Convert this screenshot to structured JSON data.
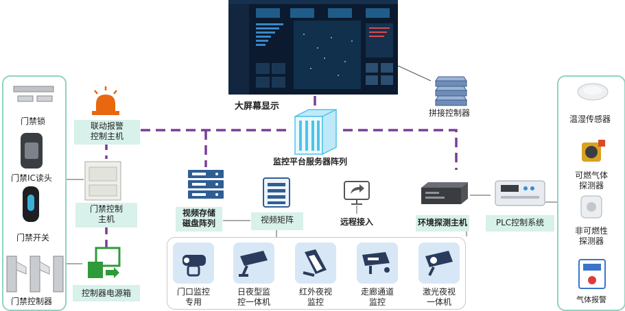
{
  "colors": {
    "link_line": "#7a3d96",
    "panel_border": "#8fd3c0",
    "box_fill": "#d8f1ea",
    "cam_tile": "#d7e7f6",
    "cam_icon": "#2a3b5c",
    "server_blue": "#4fc3ea",
    "alarm_orange": "#e8670f"
  },
  "screen": {
    "caption": "大屏幕显示"
  },
  "center": {
    "server_array": "监控平台服务器阵列",
    "remote": "远程接入"
  },
  "splicer": {
    "label": "拼接控制器"
  },
  "left": {
    "door_lock": "门禁锁",
    "ic_reader": "门禁IC读头",
    "door_switch": "门禁开关",
    "door_controller": "门禁控制器"
  },
  "middle_left": {
    "alarm_host": [
      "联动报警",
      "控制主机"
    ],
    "access_host": [
      "门禁控制",
      "主机"
    ],
    "power_box": "控制器电源箱"
  },
  "storage": {
    "label": [
      "视频存储",
      "磁盘阵列"
    ]
  },
  "matrix": {
    "label": "视频矩阵"
  },
  "env": {
    "label": "环境探测主机"
  },
  "plc": {
    "label": "PLC控制系统"
  },
  "right": {
    "temp_sensor": "温湿传感器",
    "gas_detector": [
      "可燃气体",
      "探测器"
    ],
    "nonflammable": [
      "非可燃性",
      "探测器"
    ],
    "last": "气体报警"
  },
  "cameras": [
    {
      "label": [
        "门口监控",
        "专用"
      ],
      "icon": "dome-camera-icon"
    },
    {
      "label": [
        "日夜型监",
        "控一体机"
      ],
      "icon": "bullet-camera-icon"
    },
    {
      "label": [
        "红外夜视",
        "监控"
      ],
      "icon": "infrared-camera-icon"
    },
    {
      "label": [
        "走廊通道",
        "监控"
      ],
      "icon": "corridor-camera-icon"
    },
    {
      "label": [
        "激光夜视",
        "一体机"
      ],
      "icon": "laser-camera-icon"
    }
  ]
}
